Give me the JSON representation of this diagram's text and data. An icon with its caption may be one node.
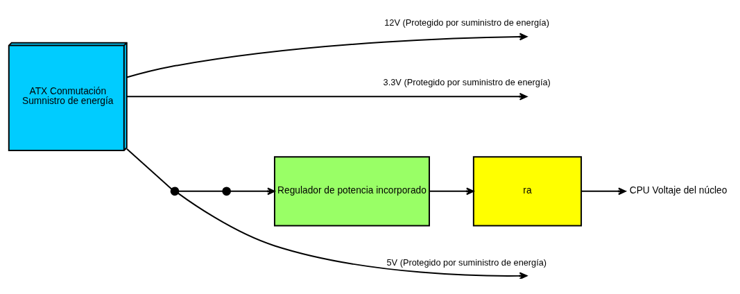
{
  "diagram": {
    "nodes": [
      {
        "text": [
          "ATX Conmutación",
          "Sumnistro de energía"
        ]
      },
      {
        "text": [],
        "shape": "circle"
      },
      {
        "text": [],
        "shape": "circle"
      },
      {
        "text": [
          "Regulador de potencia incorporado"
        ]
      },
      {
        "text": [
          "ra"
        ]
      },
      {
        "text": [
          "CPU Voltaje del núcleo"
        ]
      }
    ],
    "edges": [
      {
        "from": 0,
        "to": null,
        "arrow": "to",
        "label": "12V (Protegido por suministro de energía)"
      },
      {
        "from": 0,
        "to": null,
        "arrow": "to",
        "label": "3.3V (Protegido por suministro de energía)"
      },
      {
        "from": 0,
        "to": 1,
        "arrow": "none"
      },
      {
        "from": 1,
        "to": null,
        "arrow": "to",
        "label": "5V (Protegido por suministro de energía)"
      },
      {
        "from": 1,
        "to": 2,
        "arrow": "none"
      },
      {
        "from": 2,
        "to": 3,
        "arrow": "to"
      },
      {
        "from": 3,
        "to": 4,
        "arrow": "to"
      },
      {
        "from": 4,
        "to": 5,
        "arrow": "to"
      }
    ]
  }
}
